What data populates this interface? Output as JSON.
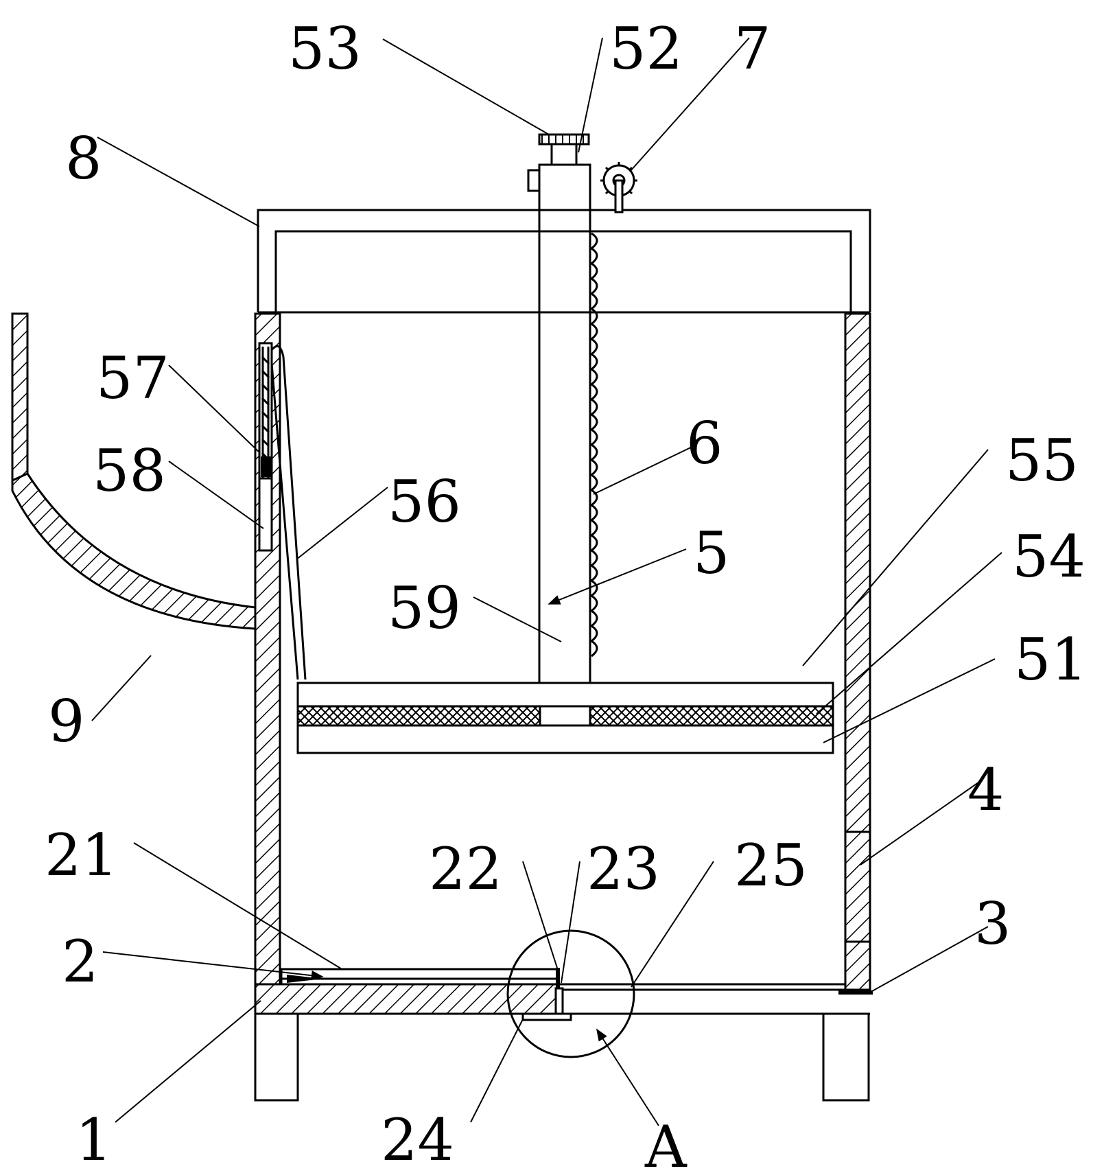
{
  "figure": {
    "labels": {
      "l53": "53",
      "l52": "52",
      "l7": "7",
      "l8": "8",
      "l57": "57",
      "l58": "58",
      "l56": "56",
      "l6": "6",
      "l55": "55",
      "l54": "54",
      "l5": "5",
      "l59": "59",
      "l51": "51",
      "l9": "9",
      "l4": "4",
      "l21": "21",
      "l22": "22",
      "l23": "23",
      "l25": "25",
      "l2": "2",
      "l3": "3",
      "l1": "1",
      "l24": "24",
      "lA": "A"
    }
  }
}
